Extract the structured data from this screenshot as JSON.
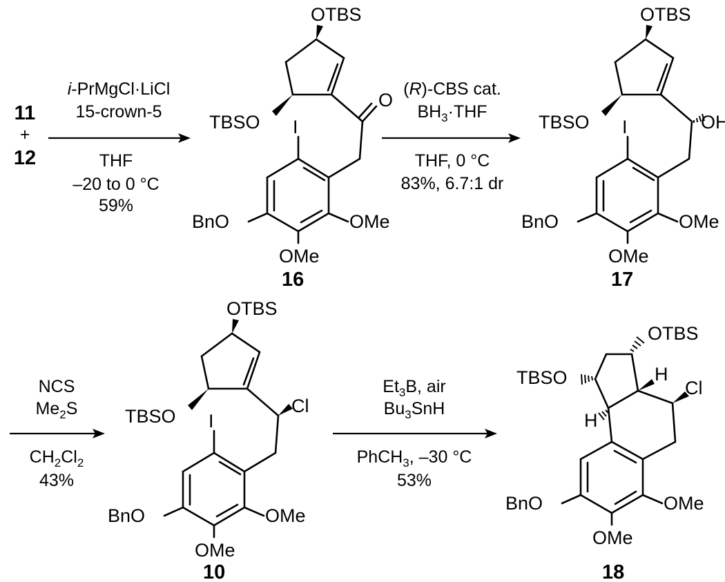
{
  "reactants": {
    "a": "11",
    "plus": "+",
    "b": "12"
  },
  "steps": [
    {
      "above": [
        "i-PrMgCl·LiCl",
        "15-crown-5"
      ],
      "below": [
        "THF",
        "–20 to 0 °C",
        "59%"
      ]
    },
    {
      "above": [
        "(R)-CBS cat.",
        "BH3·THF"
      ],
      "below": [
        "THF, 0 °C",
        "83%, 6.7:1 dr"
      ]
    },
    {
      "above": [
        "NCS",
        "Me2S"
      ],
      "below": [
        "CH2Cl2",
        "43%"
      ]
    },
    {
      "above": [
        "Et3B, air",
        "Bu3SnH"
      ],
      "below": [
        "PhCH3, –30 °C",
        "53%"
      ]
    }
  ],
  "compounds": {
    "c16": {
      "number": "16",
      "labels": {
        "otbs_top": "OTBS",
        "otbs_left": "TBSO",
        "iodo": "I",
        "oxo": "O",
        "bno": "BnO",
        "ome_right": "OMe",
        "ome_bottom": "OMe"
      }
    },
    "c17": {
      "number": "17",
      "labels": {
        "otbs_top": "OTBS",
        "otbs_left": "TBSO",
        "iodo": "I",
        "oh": "OH",
        "bno": "BnO",
        "ome_right": "OMe",
        "ome_bottom": "OMe"
      }
    },
    "c10": {
      "number": "10",
      "labels": {
        "otbs_top": "OTBS",
        "otbs_left": "TBSO",
        "iodo": "I",
        "cl": "Cl",
        "bno": "BnO",
        "ome_right": "OMe",
        "ome_bottom": "OMe"
      }
    },
    "c18": {
      "number": "18",
      "labels": {
        "otbs_top": "OTBS",
        "otbs_left": "TBSO",
        "h_upper": "H",
        "h_lower": "H",
        "cl": "Cl",
        "bno": "BnO",
        "ome_right": "OMe",
        "ome_bottom": "OMe"
      }
    }
  }
}
